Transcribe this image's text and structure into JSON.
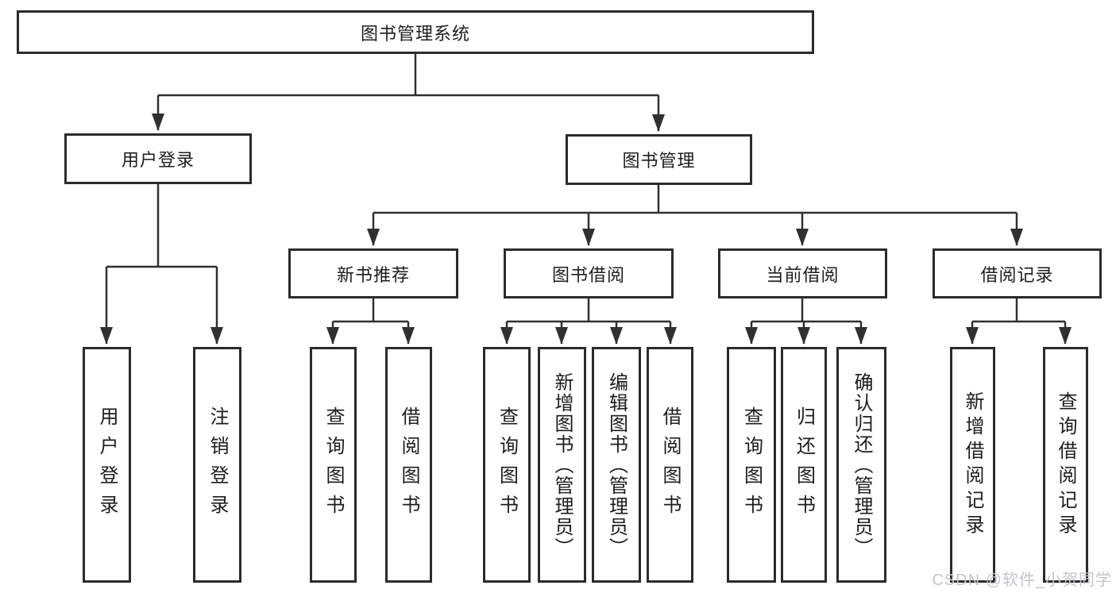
{
  "diagram_type": "hierarchy-tree",
  "tree": {
    "label": "图书管理系统",
    "children": [
      {
        "label": "用户登录",
        "children": [
          {
            "label": "用户登录"
          },
          {
            "label": "注销登录"
          }
        ]
      },
      {
        "label": "图书管理",
        "children": [
          {
            "label": "新书推荐",
            "children": [
              {
                "label": "查询图书"
              },
              {
                "label": "借阅图书"
              }
            ]
          },
          {
            "label": "图书借阅",
            "children": [
              {
                "label": "查询图书"
              },
              {
                "label": "新增图书（管理员）"
              },
              {
                "label": "编辑图书（管理员）"
              },
              {
                "label": "借阅图书"
              }
            ]
          },
          {
            "label": "当前借阅",
            "children": [
              {
                "label": "查询图书"
              },
              {
                "label": "归还图书"
              },
              {
                "label": "确认归还（管理员）"
              }
            ]
          },
          {
            "label": "借阅记录",
            "children": [
              {
                "label": "新增借阅记录"
              },
              {
                "label": "查询借阅记录"
              }
            ]
          }
        ]
      }
    ]
  },
  "watermark": {
    "text": "CSDN @软件_小贺同学"
  },
  "colors": {
    "background": "#ffffff",
    "line": "#303030",
    "box_border": "#2b2b2b",
    "text": "#1d1d1d",
    "watermark": "#c4c4ca"
  }
}
